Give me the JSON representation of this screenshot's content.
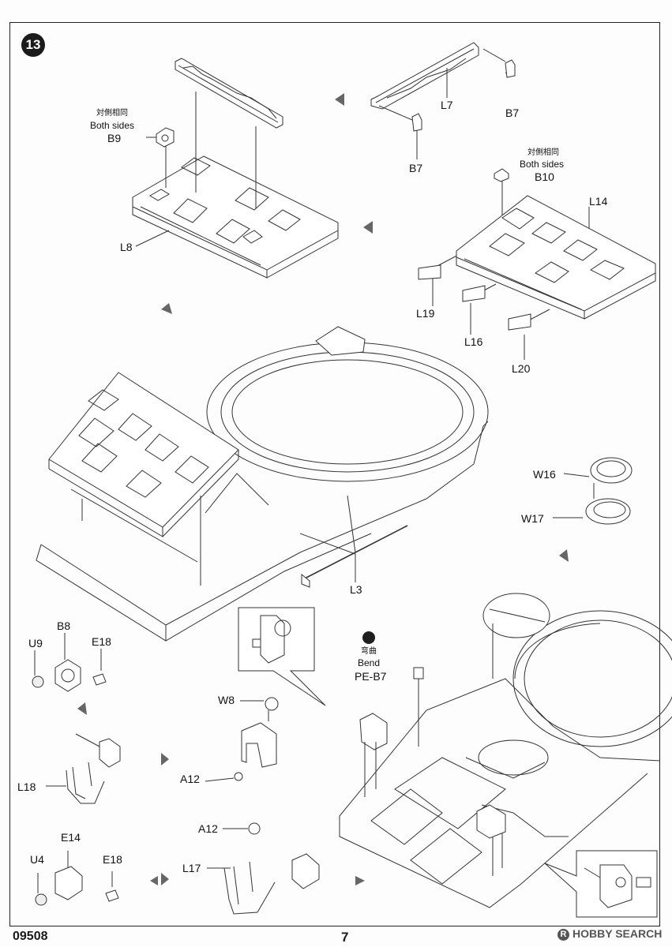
{
  "step": {
    "number": "13"
  },
  "labels": {
    "both_sides_cn_1": "対側相同",
    "both_sides_en_1": "Both sides",
    "b9": "B9",
    "l8": "L8",
    "l7": "L7",
    "b7_a": "B7",
    "b7_b": "B7",
    "both_sides_cn_2": "対側相同",
    "both_sides_en_2": "Both sides",
    "b10": "B10",
    "l14": "L14",
    "l19": "L19",
    "l16": "L16",
    "l20": "L20",
    "w16": "W16",
    "w17": "W17",
    "l3": "L3",
    "b8": "B8",
    "u9": "U9",
    "e18_a": "E18",
    "w8": "W8",
    "a12_a": "A12",
    "l18": "L18",
    "bend_cn": "弯曲",
    "bend_en": "Bend",
    "pe_b7": "PE-B7",
    "e14": "E14",
    "u4": "U4",
    "e18_b": "E18",
    "a12_b": "A12",
    "l17": "L17"
  },
  "footer": {
    "code": "09508",
    "page": "7"
  },
  "watermark": {
    "text": "HOBBY SEARCH",
    "mark": "R"
  }
}
